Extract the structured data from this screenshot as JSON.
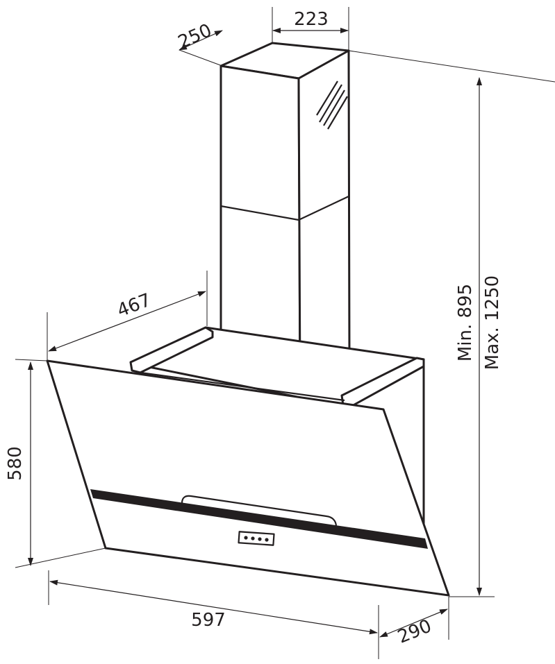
{
  "dimensions": {
    "chimney_depth": "250",
    "chimney_width": "223",
    "canopy_depth": "467",
    "hood_height": "580",
    "total_width": "597",
    "bottom_depth": "290",
    "min_height": "Min. 895",
    "max_height": "Max. 1250"
  },
  "colors": {
    "line": "#231f20",
    "background": "#ffffff"
  }
}
